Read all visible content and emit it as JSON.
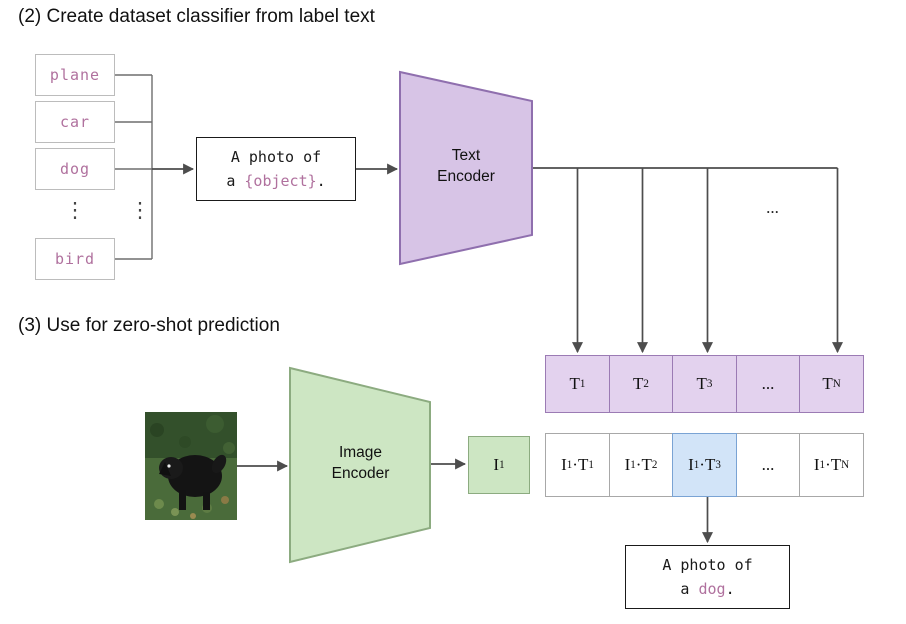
{
  "section2": {
    "title": "(2) Create dataset classifier from label text",
    "class_labels": [
      "plane",
      "car",
      "dog",
      "bird"
    ],
    "ellipsis_vertical": "⋮",
    "prompt_box": {
      "line1": "A photo of",
      "line2_pre": "a ",
      "line2_object": "{object}",
      "line2_post": "."
    },
    "text_encoder_label": "Text Encoder",
    "ellipsis_horizontal": "...",
    "t_row": [
      {
        "base": "T",
        "sub": "1"
      },
      {
        "base": "T",
        "sub": "2"
      },
      {
        "base": "T",
        "sub": "3"
      },
      {
        "base": "..."
      },
      {
        "base": "T",
        "sub": "N"
      }
    ]
  },
  "section3": {
    "title": "(3) Use for zero-shot prediction",
    "image_encoder_label": "Image Encoder",
    "image_embedding": {
      "base": "I",
      "sub": "1"
    },
    "result_row": [
      {
        "i": "I",
        "isub": "1",
        "dot": "·",
        "t": "T",
        "tsub": "1"
      },
      {
        "i": "I",
        "isub": "1",
        "dot": "·",
        "t": "T",
        "tsub": "2"
      },
      {
        "i": "I",
        "isub": "1",
        "dot": "·",
        "t": "T",
        "tsub": "3",
        "highlighted": true
      },
      {
        "i": "..."
      },
      {
        "i": "I",
        "isub": "1",
        "dot": "·",
        "t": "T",
        "tsub": "N"
      }
    ],
    "output_box": {
      "line1": "A photo of",
      "line2_pre": "a ",
      "line2_object": "dog",
      "line2_post": "."
    }
  },
  "colors": {
    "purple_fill": "#d7c4e6",
    "purple_border": "#8f6fae",
    "purple_cell_fill": "#e3d2ee",
    "purple_cell_border": "#9b7bb4",
    "green_fill": "#cde6c3",
    "green_border": "#8cab80",
    "blue_fill": "#d2e4f8",
    "blue_border": "#7aa3d4",
    "pink_text": "#b0719e",
    "line": "#4d4d4d"
  }
}
